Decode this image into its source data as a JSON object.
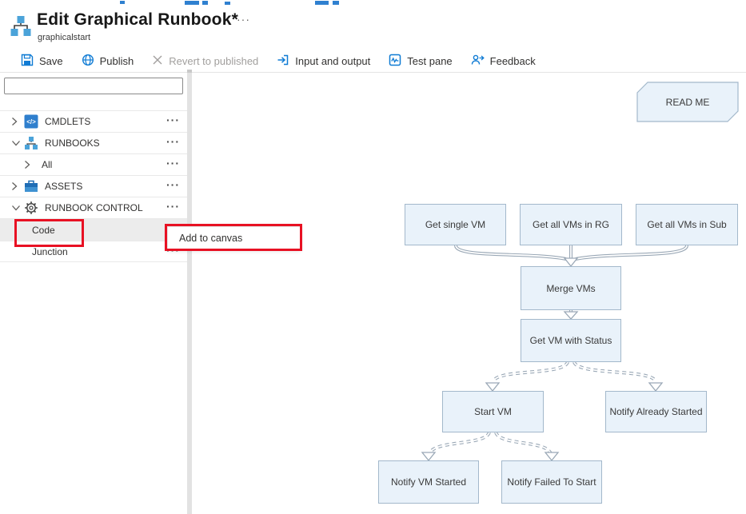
{
  "header": {
    "title": "Edit Graphical Runbook*",
    "subtitle": "graphicalstart",
    "more_label": "···",
    "icon": "runbook-hierarchy-icon"
  },
  "toolbar": {
    "items": [
      {
        "label": "Save",
        "icon": "save-floppy-icon",
        "enabled": true
      },
      {
        "label": "Publish",
        "icon": "publish-globe-icon",
        "enabled": true
      },
      {
        "label": "Revert to published",
        "icon": "revert-x-icon",
        "enabled": false
      },
      {
        "label": "Input and output",
        "icon": "input-output-icon",
        "enabled": true
      },
      {
        "label": "Test pane",
        "icon": "test-pane-icon",
        "enabled": true
      },
      {
        "label": "Feedback",
        "icon": "feedback-person-icon",
        "enabled": true
      }
    ]
  },
  "sidebar": {
    "search": {
      "value": "",
      "placeholder": ""
    },
    "items": [
      {
        "label": "CMDLETS",
        "expanded": false,
        "icon": "cmdlets-code-icon",
        "menu": "···"
      },
      {
        "label": "RUNBOOKS",
        "expanded": true,
        "icon": "runbooks-hierarchy-icon",
        "menu": "···"
      },
      {
        "label": "All",
        "expanded": false,
        "indent": 1,
        "menu": "···"
      },
      {
        "label": "ASSETS",
        "expanded": false,
        "icon": "assets-toolbox-icon",
        "menu": "···"
      },
      {
        "label": "RUNBOOK CONTROL",
        "expanded": true,
        "icon": "gear-icon",
        "menu": "···"
      },
      {
        "label": "Code",
        "selected": true,
        "indent": 1
      },
      {
        "label": "Junction",
        "indent": 1,
        "menu": "···"
      }
    ]
  },
  "context_menu": {
    "items": [
      {
        "label": "Add to canvas"
      }
    ]
  },
  "annotations": {
    "highlight_color": "#e81123",
    "boxes": [
      "code-tree-item",
      "add-to-canvas-menu-item"
    ]
  },
  "canvas": {
    "note": {
      "label": "READ ME"
    },
    "nodes": [
      {
        "label": "Get single VM"
      },
      {
        "label": "Get all VMs in RG"
      },
      {
        "label": "Get all VMs in Sub"
      },
      {
        "label": "Merge VMs"
      },
      {
        "label": "Get VM with Status"
      },
      {
        "label": "Start VM"
      },
      {
        "label": "Notify Already Started"
      },
      {
        "label": "Notify VM Started"
      },
      {
        "label": "Notify Failed To Start"
      }
    ],
    "colors": {
      "node_fill": "#e9f2fa",
      "node_border": "#a3b8cb",
      "link": "#9aa8b6",
      "accent_blue": "#0078d4"
    }
  }
}
